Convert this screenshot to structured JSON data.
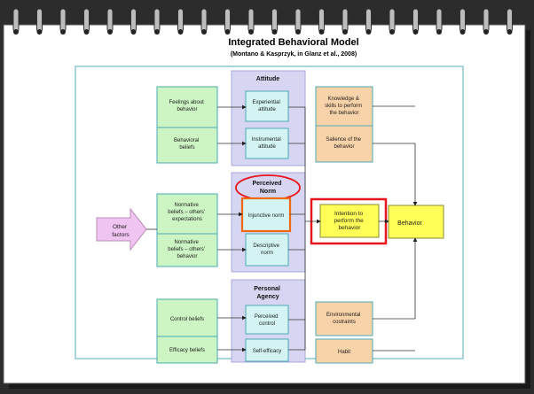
{
  "title": "Integrated Behavioral Model",
  "citation": "(Montano & Kasprzyk, in Glanz et al., 2008)",
  "columns": {
    "attitude": "Attitude",
    "perceived_norm": [
      "Perceived",
      "Norm"
    ],
    "personal_agency": [
      "Personal",
      "Agency"
    ]
  },
  "boxes": {
    "feelings": [
      "Feelings about",
      "behavior"
    ],
    "behavioral_beliefs": [
      "Behavioral",
      "beliefs"
    ],
    "normative_beliefs_expectations": [
      "Normative",
      "beliefs – others'",
      "expectations"
    ],
    "normative_beliefs_behavior": [
      "Normative",
      "beliefs – others'",
      "behavior"
    ],
    "control_beliefs": "Control beliefs",
    "efficacy_beliefs": "Efficacy beliefs",
    "experiential_attitude": [
      "Experiential",
      "attitude"
    ],
    "instrumental_attitude": [
      "Instrumental",
      "attitude"
    ],
    "injunctive_norm": "Injunctive norm",
    "descriptive_norm": [
      "Descriptive",
      "norm"
    ],
    "perceived_control": [
      "Perceived",
      "control"
    ],
    "self_efficacy": "Self-efficacy",
    "knowledge_skills": [
      "Knowledge &",
      "skills to perform",
      "the behavior"
    ],
    "salience": [
      "Salience of the",
      "behavior"
    ],
    "environmental_constraints": [
      "Environmental",
      "costraints"
    ],
    "habit": "Habit",
    "intention": [
      "Intention to",
      "perform the",
      "behavior"
    ],
    "behavior": "Behavior",
    "other_factors": [
      "Other",
      "factors"
    ]
  },
  "colors": {
    "green": "#cdf5c3",
    "blue_column": "#d7d6f2",
    "light_cyan": "#d4f4f4",
    "peach": "#f8d2a8",
    "yellow": "#ffff58",
    "pink": "#efc4f0",
    "red_highlight": "#e8141e",
    "orange_highlight": "#f06a14",
    "border_teal": "#8cc7cf"
  }
}
